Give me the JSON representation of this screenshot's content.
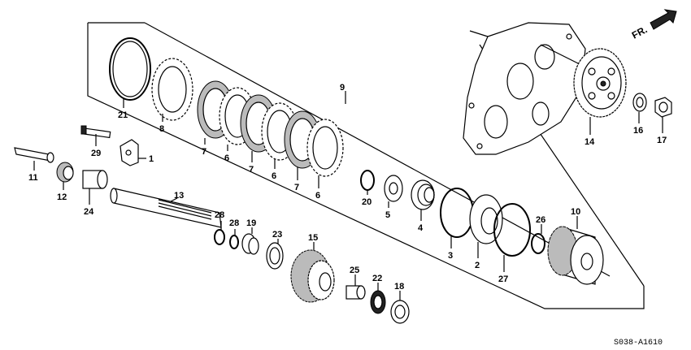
{
  "diagram": {
    "code": "S038-A1610",
    "fr_label": "FR.",
    "parts": [
      {
        "id": "p21",
        "label": "21"
      },
      {
        "id": "p8",
        "label": "8"
      },
      {
        "id": "p9",
        "label": "9"
      },
      {
        "id": "p7a",
        "label": "7"
      },
      {
        "id": "p6a",
        "label": "6"
      },
      {
        "id": "p7b",
        "label": "7"
      },
      {
        "id": "p6b",
        "label": "6"
      },
      {
        "id": "p7c",
        "label": "7"
      },
      {
        "id": "p6c",
        "label": "6"
      },
      {
        "id": "p29",
        "label": "29"
      },
      {
        "id": "p1",
        "label": "1"
      },
      {
        "id": "p11",
        "label": "11"
      },
      {
        "id": "p12",
        "label": "12"
      },
      {
        "id": "p24",
        "label": "24"
      },
      {
        "id": "p13",
        "label": "13"
      },
      {
        "id": "p28a",
        "label": "28"
      },
      {
        "id": "p28b",
        "label": "28"
      },
      {
        "id": "p19",
        "label": "19"
      },
      {
        "id": "p23",
        "label": "23"
      },
      {
        "id": "p15",
        "label": "15"
      },
      {
        "id": "p25",
        "label": "25"
      },
      {
        "id": "p22",
        "label": "22"
      },
      {
        "id": "p18",
        "label": "18"
      },
      {
        "id": "p20",
        "label": "20"
      },
      {
        "id": "p5",
        "label": "5"
      },
      {
        "id": "p4",
        "label": "4"
      },
      {
        "id": "p3",
        "label": "3"
      },
      {
        "id": "p2",
        "label": "2"
      },
      {
        "id": "p27",
        "label": "27"
      },
      {
        "id": "p26",
        "label": "26"
      },
      {
        "id": "p10",
        "label": "10"
      },
      {
        "id": "p14",
        "label": "14"
      },
      {
        "id": "p16",
        "label": "16"
      },
      {
        "id": "p17",
        "label": "17"
      }
    ]
  }
}
